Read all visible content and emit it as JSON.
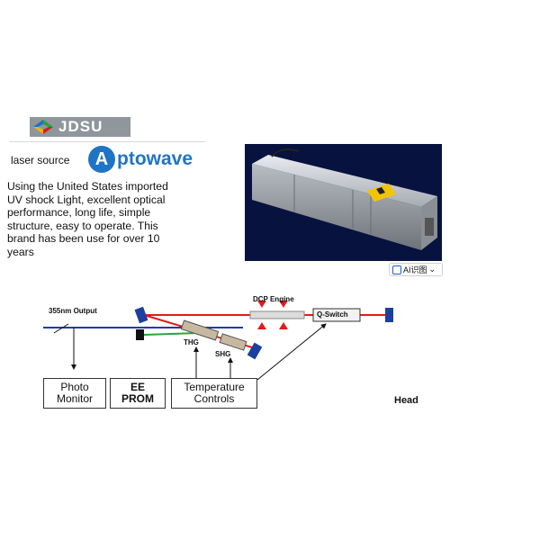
{
  "brands": {
    "jdsu_logo_text": "JDSU",
    "laser_source_label": "laser source",
    "aptowave_mark": "A",
    "aptowave_text": "ptowave"
  },
  "description": "Using the United States imported UV shock Light, excellent optical performance, long life, simple structure, easy to operate. This brand has been use for over 10 years",
  "ai_button": {
    "label": "AI识图",
    "caret": "⌄"
  },
  "diagram": {
    "output_label": "355nm Output",
    "dcp_engine_label": "DCP Engine",
    "q_switch_label": "Q-Switch",
    "thg_label": "THG",
    "shg_label": "SHG",
    "photo_monitor": [
      "Photo",
      "Monitor"
    ],
    "ee_prom": [
      "EE",
      "PROM"
    ],
    "temperature_controls": [
      "Temperature",
      "Controls"
    ],
    "head_label": "Head"
  },
  "colors": {
    "jdsu_bg": "#8f969c",
    "aptowave_blue": "#1f74c4",
    "beam_red": "#e01b1b",
    "beam_blue": "#1d3f9e",
    "beam_green": "#2aa43a",
    "mirror_blue": "#1d3f9e"
  }
}
